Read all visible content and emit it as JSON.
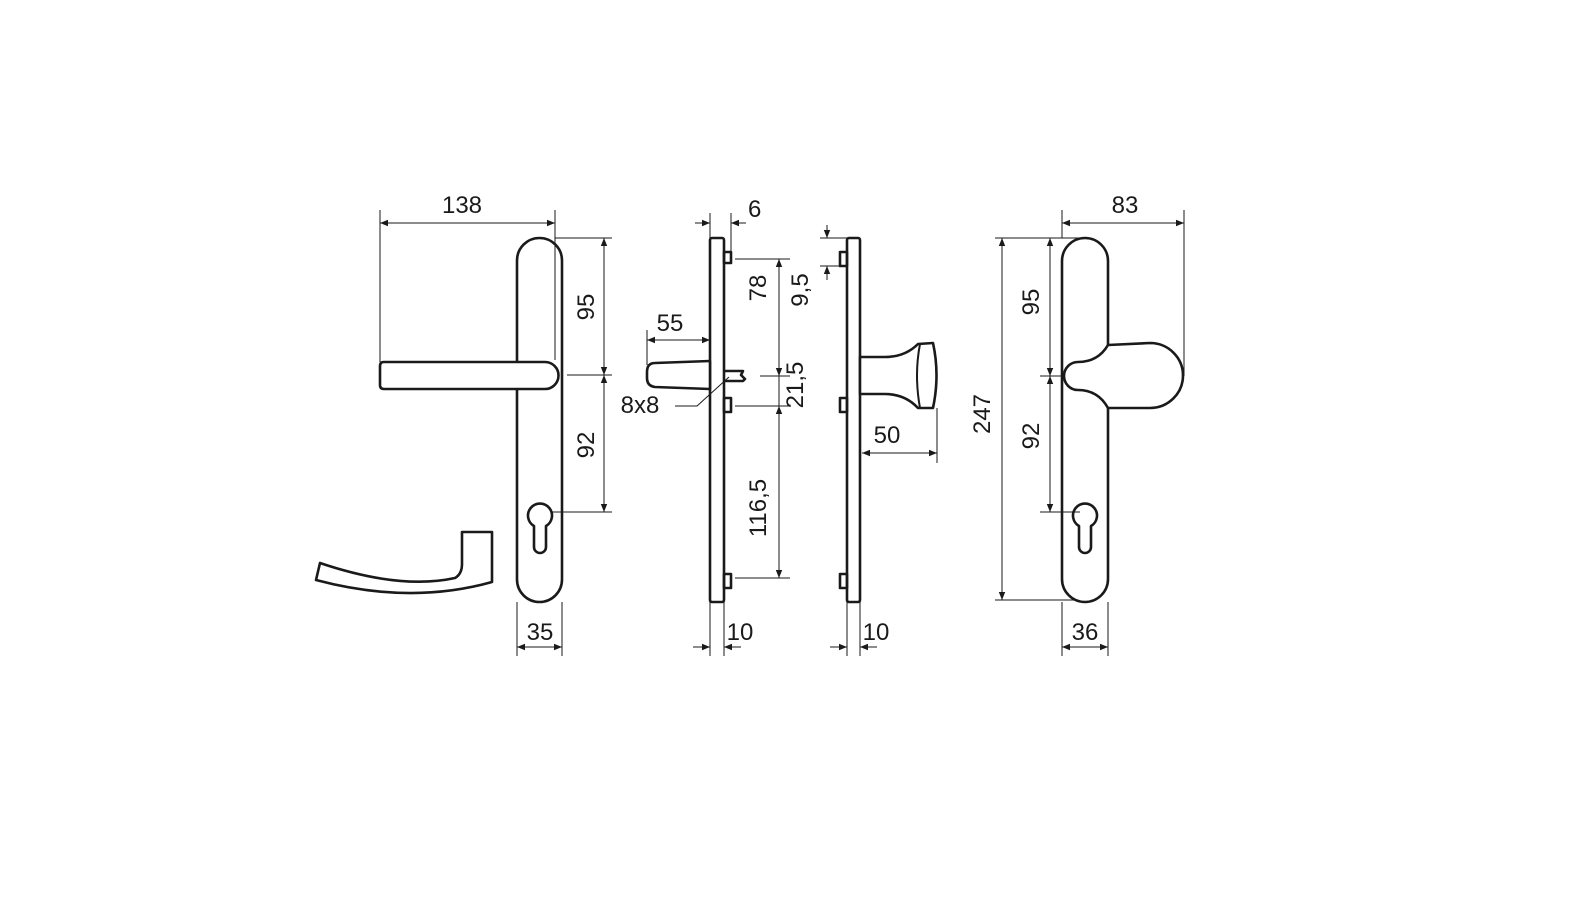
{
  "drawing": {
    "views": [
      {
        "name": "lever-front-view",
        "dims": {
          "lever_length": "138",
          "upper_height": "95",
          "lower_height": "92",
          "plate_width": "35"
        }
      },
      {
        "name": "lever-side-view",
        "dims": {
          "plate_thickness_top": "6",
          "lever_projection": "55",
          "spindle": "8x8",
          "top_to_boss": "78",
          "boss_to_spindle": "21,5",
          "boss_to_bottom": "116,5",
          "plate_thickness": "10"
        }
      },
      {
        "name": "knob-side-view",
        "dims": {
          "boss_offset": "9,5",
          "knob_projection": "50",
          "plate_thickness": "10"
        }
      },
      {
        "name": "knob-front-view",
        "dims": {
          "knob_width": "83",
          "total_height": "247",
          "upper_height": "95",
          "lower_height": "92",
          "plate_width": "36"
        }
      }
    ]
  }
}
